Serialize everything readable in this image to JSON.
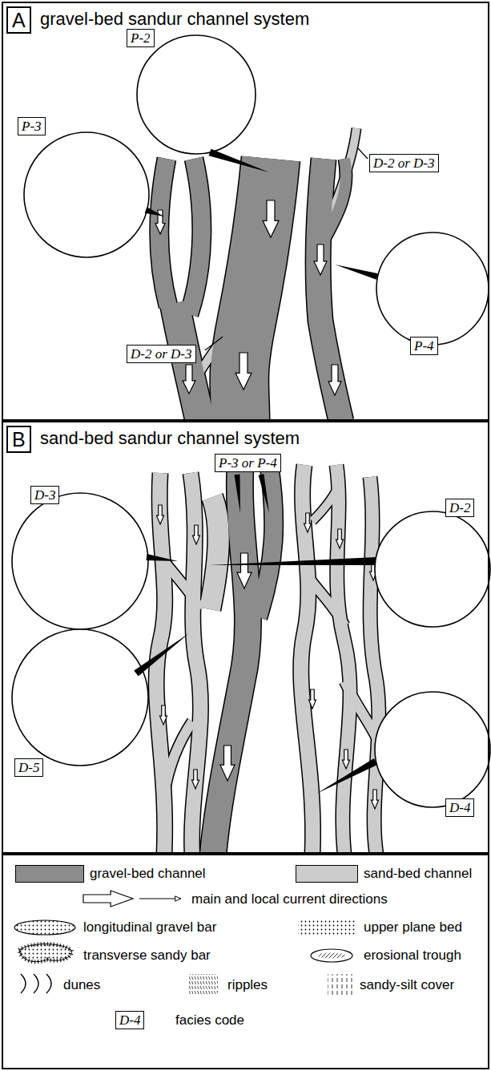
{
  "diagram": {
    "nodes": [
      {
        "text": [
          "gravel-bed sandur channel system"
        ]
      },
      {
        "text": [
          "A"
        ],
        "in": 0
      },
      {
        "text": [
          "P-2"
        ],
        "in": 0
      },
      {
        "text": [
          "P-3"
        ],
        "in": 0
      },
      {
        "text": [
          "D-2 or D-3"
        ],
        "in": 0
      },
      {
        "text": [
          "P-4"
        ],
        "in": 0
      },
      {
        "text": [
          "D-2 or D-3"
        ],
        "in": 0
      },
      {
        "text": [
          "sand-bed sandur channel system"
        ]
      },
      {
        "text": [
          "B"
        ],
        "in": 7
      },
      {
        "text": [
          "D-3"
        ],
        "in": 7
      },
      {
        "text": [
          "P-3 or P-4"
        ],
        "in": 7
      },
      {
        "text": [
          "D-2"
        ],
        "in": 7
      },
      {
        "text": [
          "D-5"
        ],
        "in": 7
      },
      {
        "text": [
          "D-4"
        ],
        "in": 7
      }
    ],
    "labels": [
      "D-4"
    ],
    "legend": [
      {
        "text": "gravel-bed channel",
        "color": "#8c8c8c"
      },
      {
        "text": "sand-bed channel",
        "color": "#cccccc"
      },
      {
        "text": "main and local current directions"
      },
      {
        "text": "longitudinal gravel bar"
      },
      {
        "text": "upper plane bed"
      },
      {
        "text": "transverse sandy bar"
      },
      {
        "text": "erosional trough"
      },
      {
        "text": "dunes"
      },
      {
        "text": "ripples"
      },
      {
        "text": "sandy-silt cover"
      },
      {
        "text": "facies code"
      }
    ]
  }
}
